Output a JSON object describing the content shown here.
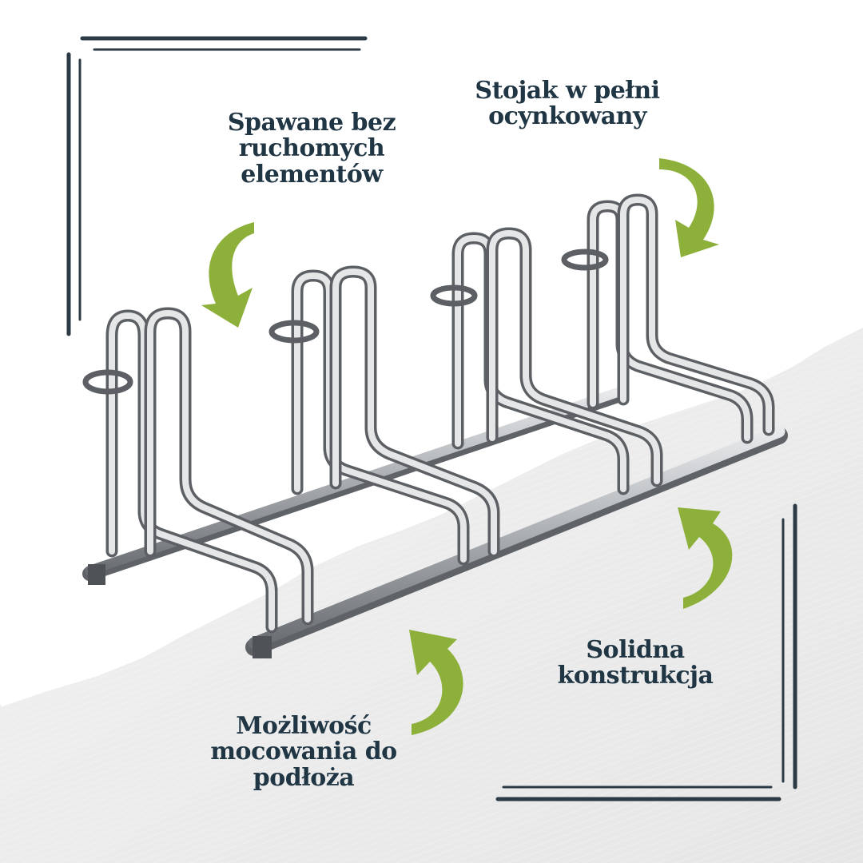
{
  "features": {
    "welded": [
      "Spawane bez",
      "ruchomych",
      "elementów"
    ],
    "galvanized": [
      "Stojak w pełni",
      "ocynkowany"
    ],
    "solid": [
      "Solidna",
      "konstrukcja"
    ],
    "mounting": [
      "Możliwość",
      "mocowania do",
      "podłoża"
    ]
  },
  "colors": {
    "text": "#203644",
    "arrow": "#8db03a",
    "frame": "#2b3a45",
    "paper": "#eeeeee"
  },
  "icons": {
    "arrow": "curved-arrow-icon",
    "product": "bicycle-rack-image"
  }
}
